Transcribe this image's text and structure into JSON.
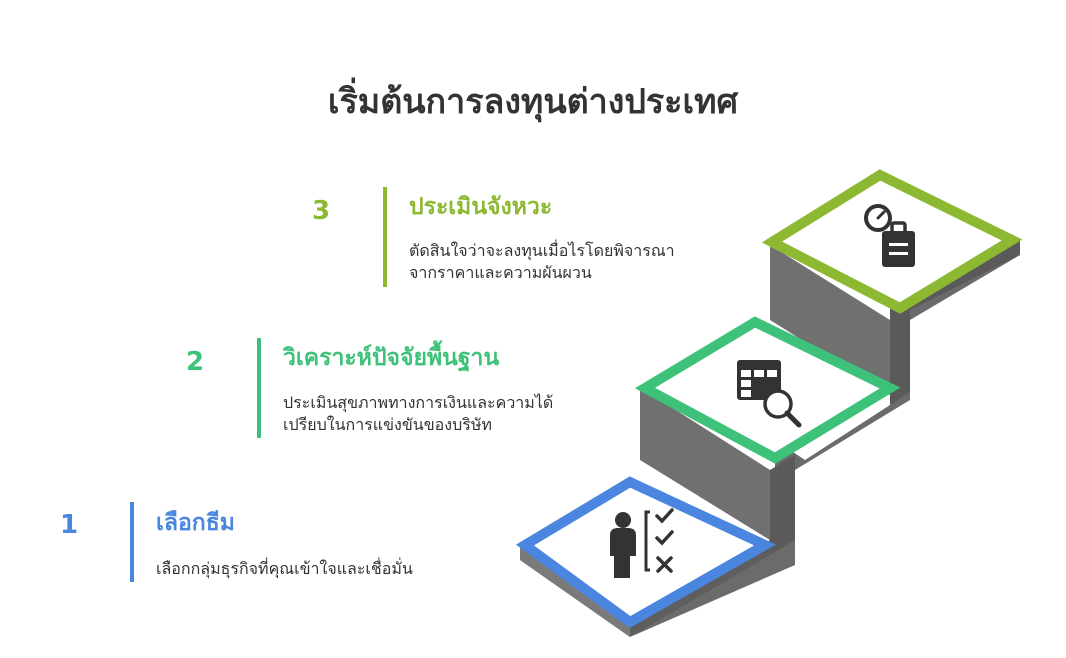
{
  "title": "เริ่มต้นการลงทุนต่างประเทศ",
  "colors": {
    "step1": "#4a86e0",
    "step2": "#3ec27a",
    "step3": "#8db832",
    "stair_side": "#6e6e6e",
    "stair_top": "#ffffff",
    "icon": "#333333"
  },
  "steps": [
    {
      "number": "1",
      "heading": "เลือกธีม",
      "description_lines": [
        "เลือกกลุ่มธุรกิจที่คุณเข้าใจและเชื่อมั่น"
      ],
      "icon": "person-checklist-icon"
    },
    {
      "number": "2",
      "heading": "วิเคราะห์ปัจจัยพื้นฐาน",
      "description_lines": [
        "ประเมินสุขภาพทางการเงินและความได้",
        "เปรียบในการแข่งขันของบริษัท"
      ],
      "icon": "table-search-icon"
    },
    {
      "number": "3",
      "heading": "ประเมินจังหวะ",
      "description_lines": [
        "ตัดสินใจว่าจะลงทุนเมื่อไรโดยพิจารณา",
        "จากราคาและความผันผวน"
      ],
      "icon": "clock-briefcase-icon"
    }
  ]
}
